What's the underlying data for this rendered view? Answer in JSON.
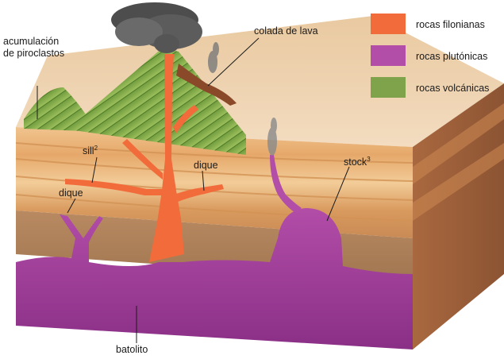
{
  "labels": {
    "piroclastos_line1": "acumulación",
    "piroclastos_line2": "de piroclastos",
    "colada": "colada de lava",
    "sill": "sill",
    "sill_sup": "2",
    "dique_center": "dique",
    "dique_left": "dique",
    "stock": "stock",
    "stock_sup": "3",
    "batolito": "batolito"
  },
  "legend": [
    {
      "label": "rocas filonianas",
      "color": "#f26b3a"
    },
    {
      "label": "rocas plutónicas",
      "color": "#b24da8"
    },
    {
      "label": "rocas volcánicas",
      "color": "#7fa34a"
    }
  ]
}
